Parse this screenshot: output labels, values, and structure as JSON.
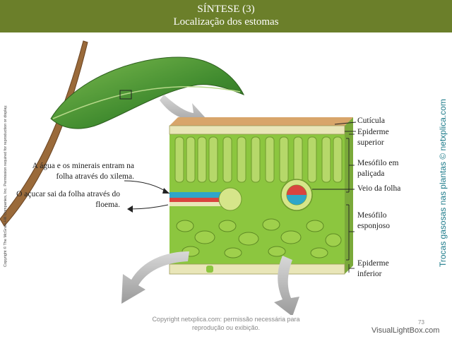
{
  "header": {
    "title": "SÍNTESE (3)",
    "subtitle": "Localização dos estomas"
  },
  "labels": {
    "water_in": "A água e os minerais entram na folha através do xilema.",
    "sugar_out": "O açucar sai da folha através do floema.",
    "cuticle": "Cutícula",
    "upper_epidermis": "Epiderme superior",
    "palisade": "Mesófilo em paliçada",
    "vein": "Veio da folha",
    "spongy": "Mesófilo esponjoso",
    "lower_epidermis": "Epiderme inferior"
  },
  "side_text": "Trocas gasosas nas plantas © netxplica.com",
  "copyright_left": "Copyright © The McGraw-Hill Companies, Inc. Permission required for reproduction or display.",
  "footer": {
    "copyright": "Copyright netxplica.com: permissão necessária para reprodução ou exibição.",
    "page": "73",
    "watermark": "VisualLightBox.com"
  },
  "colors": {
    "header_bg": "#6b7f2a",
    "header_text": "#ffffff",
    "side_text": "#1d7b8a",
    "leaf": "#4f9a3a",
    "mesophyll": "#8cc63f",
    "epidermis": "#e9e6b8",
    "xylem": "#2fa6c9",
    "phloem": "#d9443f",
    "arrow": "#b5b5b5"
  }
}
